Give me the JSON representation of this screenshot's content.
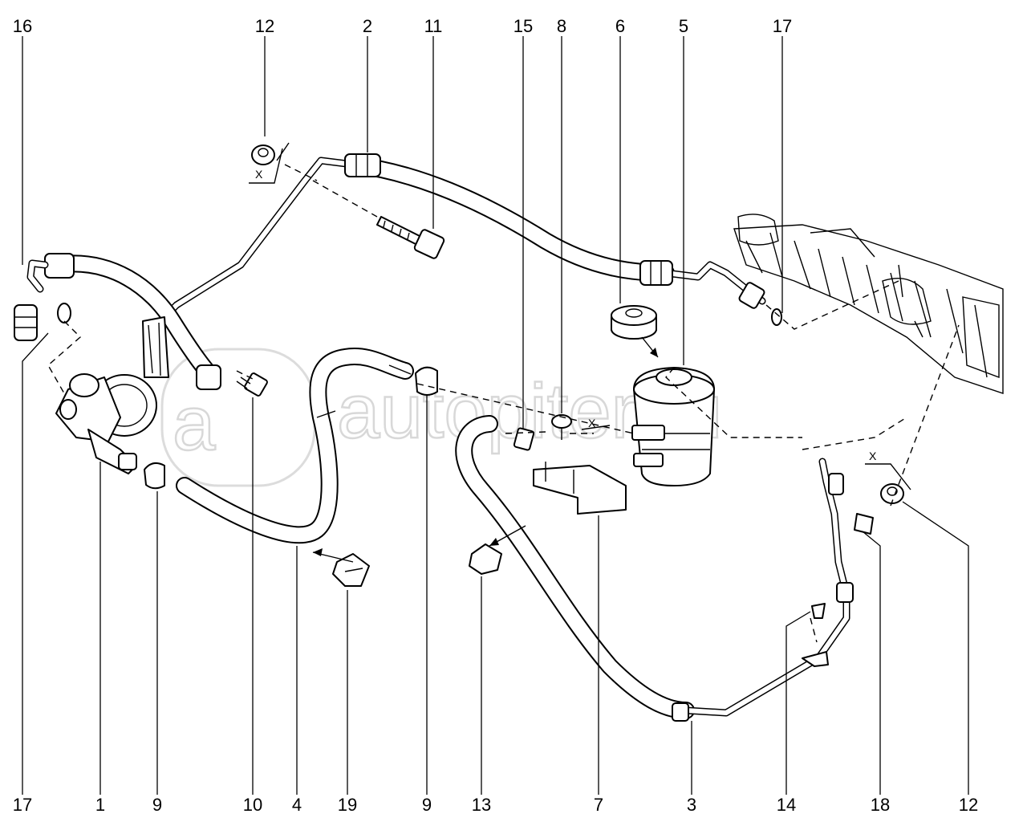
{
  "watermark": "autopiter.ru",
  "labels_top": [
    "16",
    "12",
    "2",
    "11",
    "15",
    "8",
    "6",
    "5",
    "17"
  ],
  "labels_bottom": [
    "17",
    "1",
    "9",
    "10",
    "4",
    "19",
    "9",
    "13",
    "7",
    "3",
    "14",
    "18",
    "12"
  ],
  "dimension_mark": "X"
}
